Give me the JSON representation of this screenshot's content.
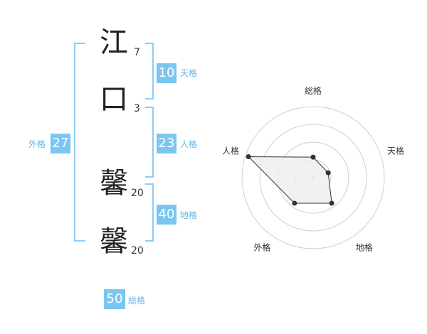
{
  "name": {
    "chars": [
      {
        "kanji": "江",
        "strokes": "7"
      },
      {
        "kanji": "口",
        "strokes": "3"
      },
      {
        "kanji": "馨",
        "strokes": "20"
      },
      {
        "kanji": "馨",
        "strokes": "20"
      }
    ]
  },
  "scores": {
    "tenkaku": {
      "value": "10",
      "label": "天格"
    },
    "jinkaku": {
      "value": "23",
      "label": "人格"
    },
    "chikaku": {
      "value": "40",
      "label": "地格"
    },
    "gaikaku": {
      "value": "27",
      "label": "外格"
    },
    "soukaku": {
      "value": "50",
      "label": "総格"
    }
  },
  "chart_data": {
    "type": "radar",
    "axes": [
      "総格",
      "天格",
      "地格",
      "外格",
      "人格"
    ],
    "values": [
      1.3,
      1.0,
      2.0,
      2.0,
      4.3
    ],
    "max": 4.5,
    "rings": 4,
    "colors": {
      "fill": "#ededed",
      "line": "#333333",
      "ring": "#cfcfcf",
      "point": "#333333"
    }
  }
}
